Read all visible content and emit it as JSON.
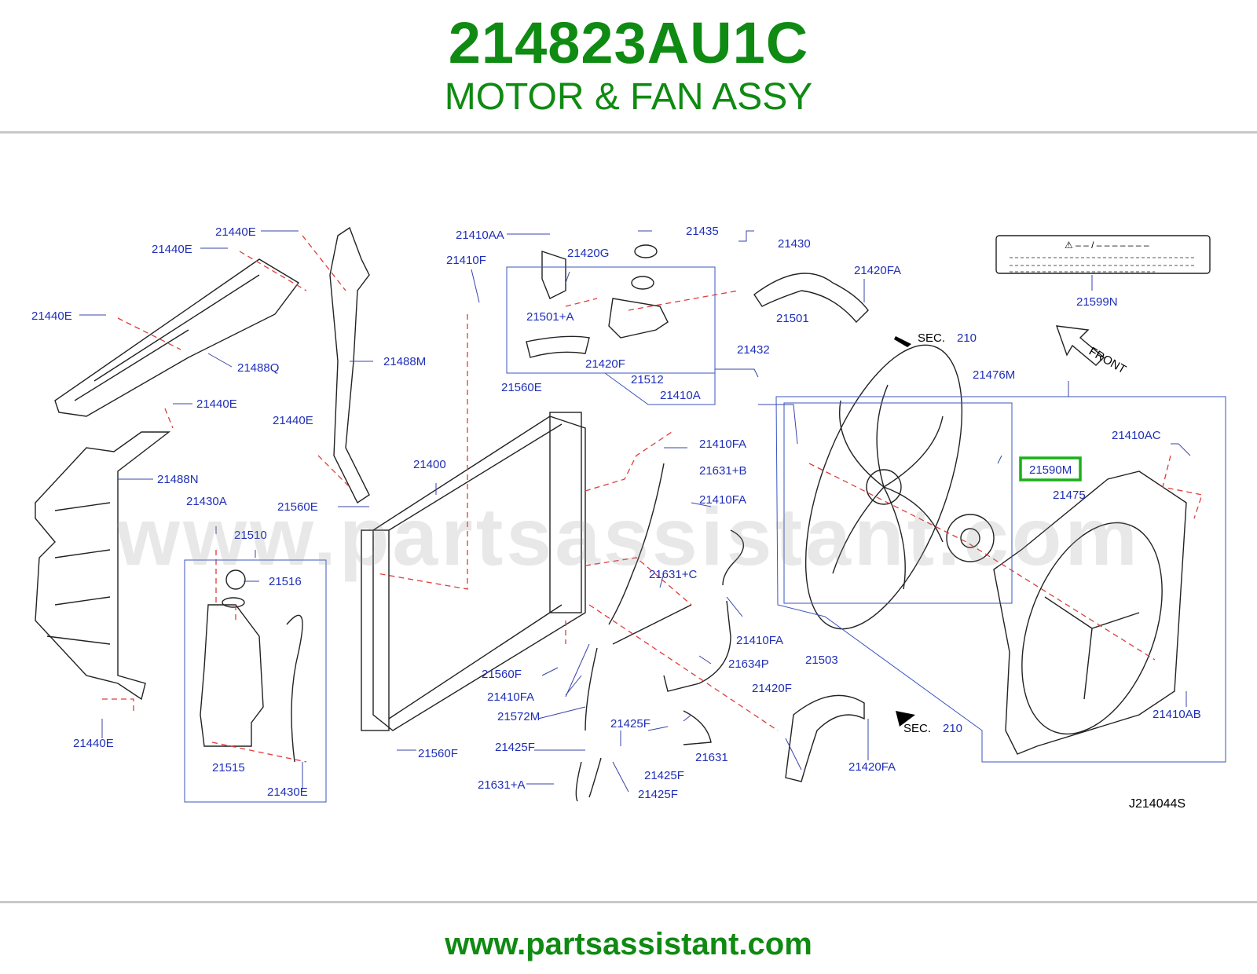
{
  "header": {
    "part_number": "214823AU1C",
    "part_name": "MOTOR & FAN ASSY"
  },
  "footer": {
    "website": "www.partsassistant.com"
  },
  "watermark": "www.partsassistant.com",
  "diagram": {
    "code": "J214044S",
    "highlighted_part": "21590M",
    "highlight_color": "#19b019",
    "front_label": "FRONT",
    "sec_refs": [
      {
        "label": "SEC.",
        "number": "210"
      },
      {
        "label": "SEC.",
        "number": "210"
      }
    ],
    "label_symbol": "⚠ – – / – – – – – – –",
    "labels": [
      "21440E",
      "21440E",
      "21440E",
      "21440E",
      "21440E",
      "21440E",
      "21488Q",
      "21488M",
      "21488N",
      "21410AA",
      "21420G",
      "21435",
      "21430",
      "21410F",
      "21501+A",
      "21420F",
      "21512",
      "21410A",
      "21432",
      "21501",
      "21420FA",
      "21599N",
      "21560E",
      "21560E",
      "21400",
      "21410FA",
      "21631+B",
      "21410FA",
      "21631+C",
      "21410FA",
      "21634P",
      "21430A",
      "21510",
      "21516",
      "21515",
      "21430E",
      "21560F",
      "21560F",
      "21410FA",
      "21572M",
      "21425F",
      "21425F",
      "21425F",
      "21425F",
      "21631+A",
      "21631",
      "21503",
      "21420F",
      "21420FA",
      "21476M",
      "21590M",
      "21410AC",
      "21475",
      "21410AB"
    ]
  }
}
